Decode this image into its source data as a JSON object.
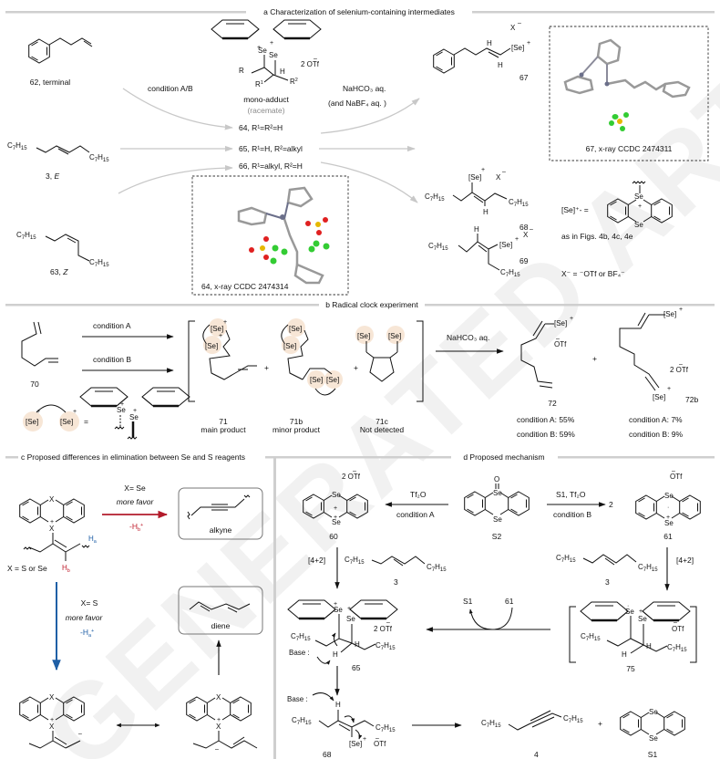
{
  "watermark": "GENERATED ARTICLE PREVIEW",
  "colors": {
    "section_bar": "#cfcfcf",
    "se_arrow_red": "#b31b2b",
    "s_arrow_blue": "#1f5fa6",
    "h_label_blue": "#1f5fa6",
    "h_label_red": "#c0202f",
    "highlight": "#f7e6d6",
    "xray_gray": "#8b8b94",
    "xray_green": "#33cc33",
    "xray_red": "#e02020",
    "xray_yellow": "#e6b800"
  },
  "panel_a": {
    "title": "a Characterization of selenium-containing intermediates",
    "substrates": [
      {
        "id": "62",
        "label": "62, terminal"
      },
      {
        "id": "3",
        "label": "3, ",
        "label_italic": "E",
        "chain_left": "C7H15",
        "chain_right": "C7H15"
      },
      {
        "id": "63",
        "label": "63, ",
        "label_italic": "Z",
        "chain_left": "C7H15",
        "chain_right": "C7H15"
      }
    ],
    "condition": "condition A/B",
    "mono_adduct": {
      "label": "mono-adduct",
      "sublabel": "(racemate)",
      "counterion": "2 OTf",
      "se": "Se",
      "r": "R",
      "r1": "R1",
      "r2": "R2",
      "h": "H"
    },
    "adducts": [
      {
        "label": "64, R¹=R²=H"
      },
      {
        "label": "65, R¹=H, R²=alkyl"
      },
      {
        "label": "66, R¹=alkyl, R²=H"
      }
    ],
    "workup": {
      "line1": "NaHCO₃ aq.",
      "line2": "(and NaBF₄ aq. )"
    },
    "products": [
      {
        "id": "67",
        "label": "67",
        "se": "[Se]",
        "counterion": "X",
        "h": "H"
      },
      {
        "id": "68",
        "label": "68",
        "se": "[Se]",
        "counterion": "X",
        "h": "H",
        "chain": "C7H15"
      },
      {
        "id": "69",
        "label": "69",
        "se": "[Se]",
        "counterion": "X",
        "h": "H",
        "chain": "C7H15"
      }
    ],
    "xray": [
      {
        "label": "67, x-ray CCDC 2474311"
      },
      {
        "label": "64, x-ray CCDC 2474314"
      }
    ],
    "legend": {
      "se_def": "[Se]⁺- =",
      "se": "Se",
      "note": "as in Figs. 4b, 4c, 4e",
      "x_def": "X⁻ = ⁻OTf or BF₄⁻"
    }
  },
  "panel_b": {
    "title": "b Radical clock experiment",
    "substrate": "70",
    "conditions": [
      "condition A",
      "condition B"
    ],
    "se_def": {
      "se": "[Se]",
      "equals": "=",
      "se_atom": "Se"
    },
    "intermediates": [
      {
        "id": "71",
        "label": "71",
        "sublabel": "main product"
      },
      {
        "id": "71b",
        "label": "71b",
        "sublabel": "minor product"
      },
      {
        "id": "71c",
        "label": "71c",
        "sublabel": "Not detected"
      }
    ],
    "plus": "+",
    "workup": "NaHCO₃ aq.",
    "products": [
      {
        "id": "72",
        "label": "72",
        "counterion": "OTf",
        "yields": [
          {
            "condition": "condition A",
            "value": "55%"
          },
          {
            "condition": "condition B",
            "value": "59%"
          }
        ]
      },
      {
        "id": "72b",
        "label": "72b",
        "counterion": "2 OTf",
        "yields": [
          {
            "condition": "condition A",
            "value": "7%"
          },
          {
            "condition": "condition B",
            "value": "9%"
          }
        ]
      }
    ]
  },
  "panel_c": {
    "title": "c Proposed differences in elimination between Se and S reagents",
    "x_def": "X = S or Se",
    "x": "X",
    "ha": "Ha",
    "hb": "Hb",
    "se_path": {
      "line1": "X= Se",
      "line2": "more favor",
      "line3": "-Hb⁺",
      "product": "alkyne"
    },
    "s_path": {
      "line1": "X= S",
      "line2": "more favor",
      "line3": "-Ha⁺",
      "product": "diene"
    }
  },
  "panel_d": {
    "title": "d Proposed mechanism",
    "s2": {
      "label": "S2",
      "o": "O",
      "se": "Se"
    },
    "path_a": {
      "reagent": "Tf₂O",
      "condition": "condition A",
      "product": "60",
      "counterion": "2 OTf"
    },
    "path_b": {
      "reagent": "S1, Tf₂O",
      "condition": "condition B",
      "coef": "2",
      "product": "61",
      "counterion": "OTf"
    },
    "cycloaddition": "[4+2]",
    "alkene": {
      "label": "3",
      "chain": "C7H15"
    },
    "adduct_65": {
      "label": "65",
      "counterion": "2 OTf",
      "base": "Base :",
      "h": "H"
    },
    "radical_75": {
      "label": "75",
      "counterion": "OTf",
      "h": "H"
    },
    "cycle": {
      "out": "S1",
      "in": "61"
    },
    "vinyl_68": {
      "label": "68",
      "se": "[Se]",
      "counterion": "OTf",
      "base": "Base :",
      "h": "H"
    },
    "alkyne": {
      "label": "4",
      "chain": "C7H15"
    },
    "plus": "+",
    "s1": {
      "label": "S1",
      "se": "Se"
    }
  }
}
